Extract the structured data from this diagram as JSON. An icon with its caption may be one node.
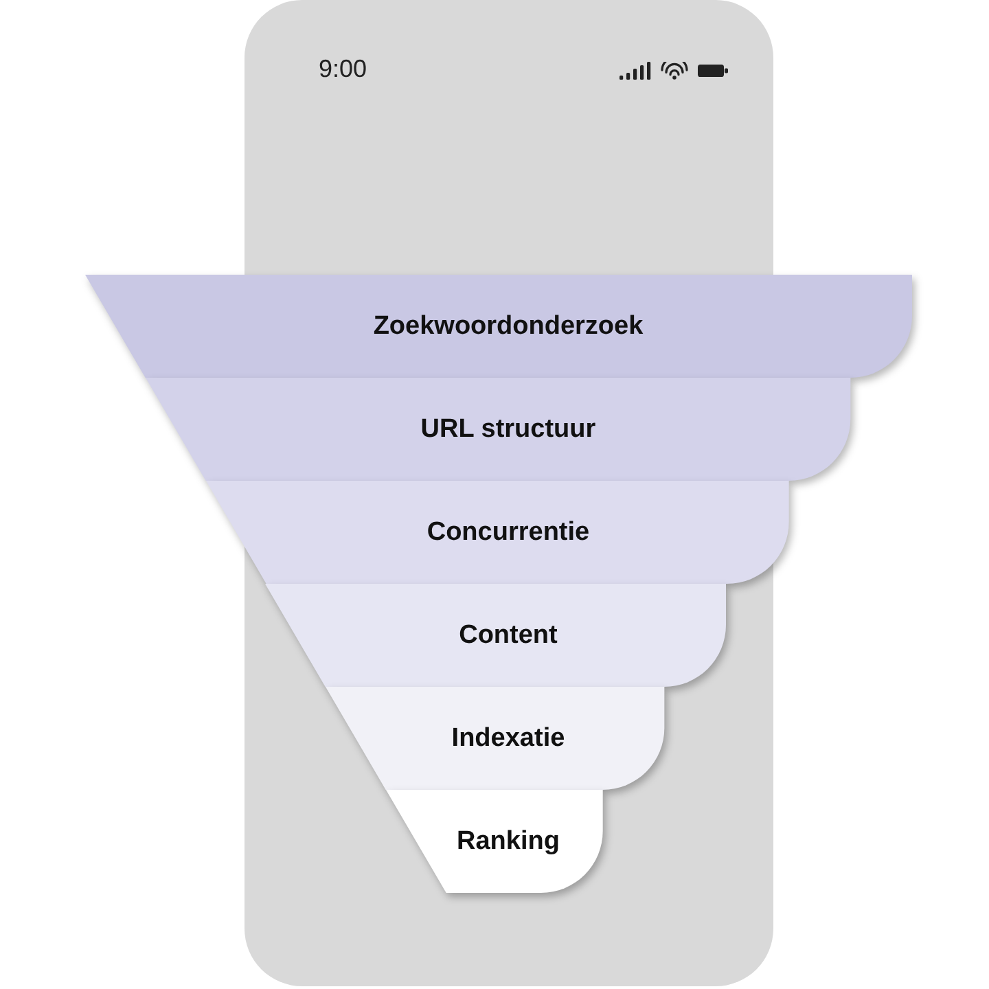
{
  "diagram": {
    "nodes": [
      {
        "text": [
          "Zoekwoordonderzoek"
        ]
      },
      {
        "text": [
          "URL structuur"
        ]
      },
      {
        "text": [
          "Concurrentie"
        ]
      },
      {
        "text": [
          "Content"
        ]
      },
      {
        "text": [
          "Indexatie"
        ]
      },
      {
        "text": [
          "Ranking"
        ]
      }
    ],
    "labels": [
      "9:00"
    ]
  }
}
